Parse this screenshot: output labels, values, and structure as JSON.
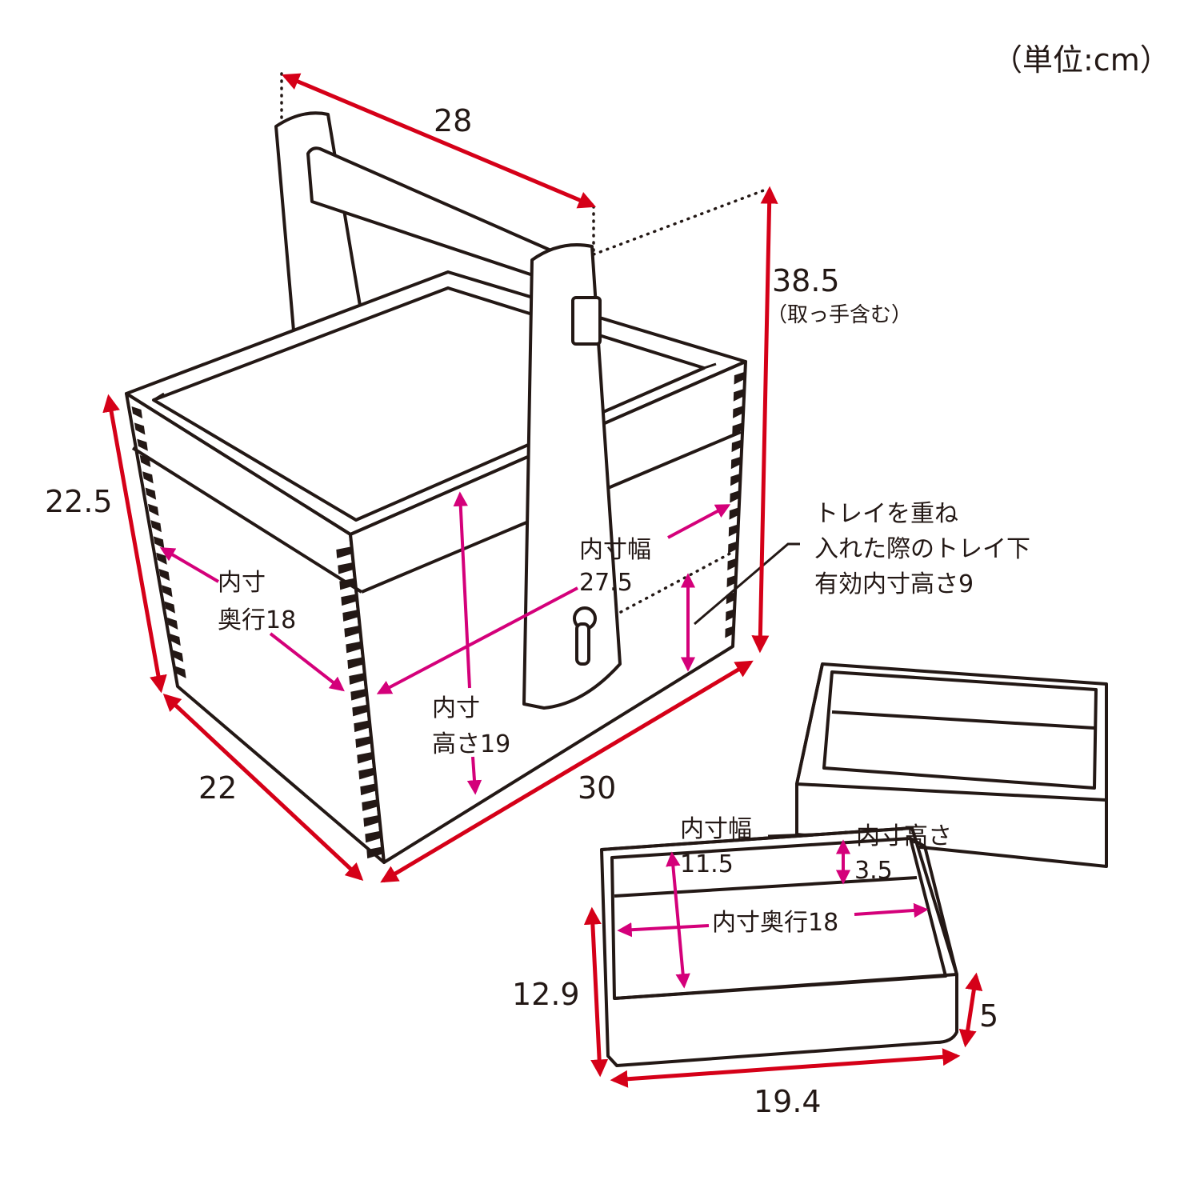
{
  "unit_label": "（単位:cm）",
  "main_box": {
    "handle_length": "28",
    "height_with_handle": "38.5",
    "height_with_handle_note": "（取っ手含む）",
    "box_height": "22.5",
    "depth": "22",
    "width": "30",
    "inner_depth_line1": "内寸",
    "inner_depth_line2": "奥行18",
    "inner_width_line1": "内寸幅",
    "inner_width_line2": "27.5",
    "inner_height_line1": "内寸",
    "inner_height_line2": "高さ19",
    "tray_note_line1": "トレイを重ね",
    "tray_note_line2": "入れた際のトレイ下",
    "tray_note_line3": "有効内寸高さ9"
  },
  "tray": {
    "inner_width_label": "内寸幅",
    "inner_width_value": "11.5",
    "inner_height_label": "内寸高さ",
    "inner_height_value": "3.5",
    "inner_depth": "内寸奥行18",
    "depth": "12.9",
    "height": "5",
    "width": "19.4"
  },
  "colors": {
    "outer_dimension": "#d50018",
    "inner_dimension": "#d4007a",
    "line": "#231815"
  }
}
